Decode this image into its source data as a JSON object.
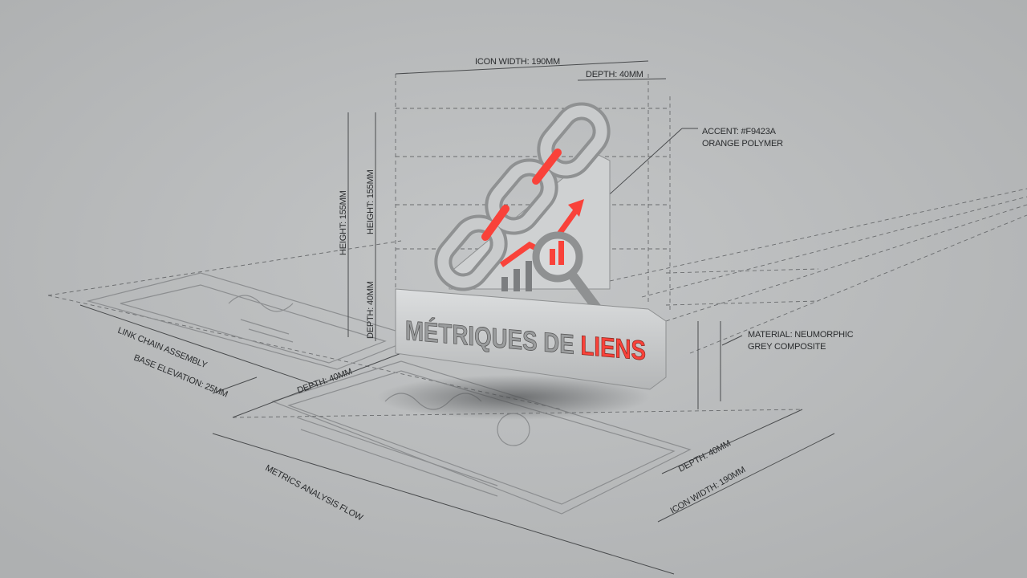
{
  "plaque": {
    "title_main": "MÉTRIQUES DE",
    "title_accent": "LIENS"
  },
  "annotations": {
    "top_width": "ICON WIDTH: 190MM",
    "top_depth": "DEPTH: 40MM",
    "height_outer": "HEIGHT: 155MM",
    "height_inner": "HEIGHT: 155MM",
    "depth_vertical": "DEPTH: 40MM",
    "accent_line1": "ACCENT: #F9423A",
    "accent_line2": "ORANGE POLYMER",
    "material_line1": "MATERIAL: NEUMORPHIC",
    "material_line2": "GREY COMPOSITE",
    "link_chain": "LINK CHAIN ASSEMBLY",
    "base_elevation": "BASE ELEVATION: 25MM",
    "depth_left": "DEPTH: 40MM",
    "metrics_flow": "METRICS ANALYSIS FLOW",
    "depth_right": "DEPTH: 40MM",
    "width_right": "ICON WIDTH: 190MM"
  },
  "colors": {
    "accent": "#F9423A",
    "background": "#B9BBBC",
    "material": "#C8CACB"
  },
  "icons": [
    "chain-link-icon",
    "trend-arrow-icon",
    "bar-chart-icon",
    "magnifier-icon"
  ]
}
